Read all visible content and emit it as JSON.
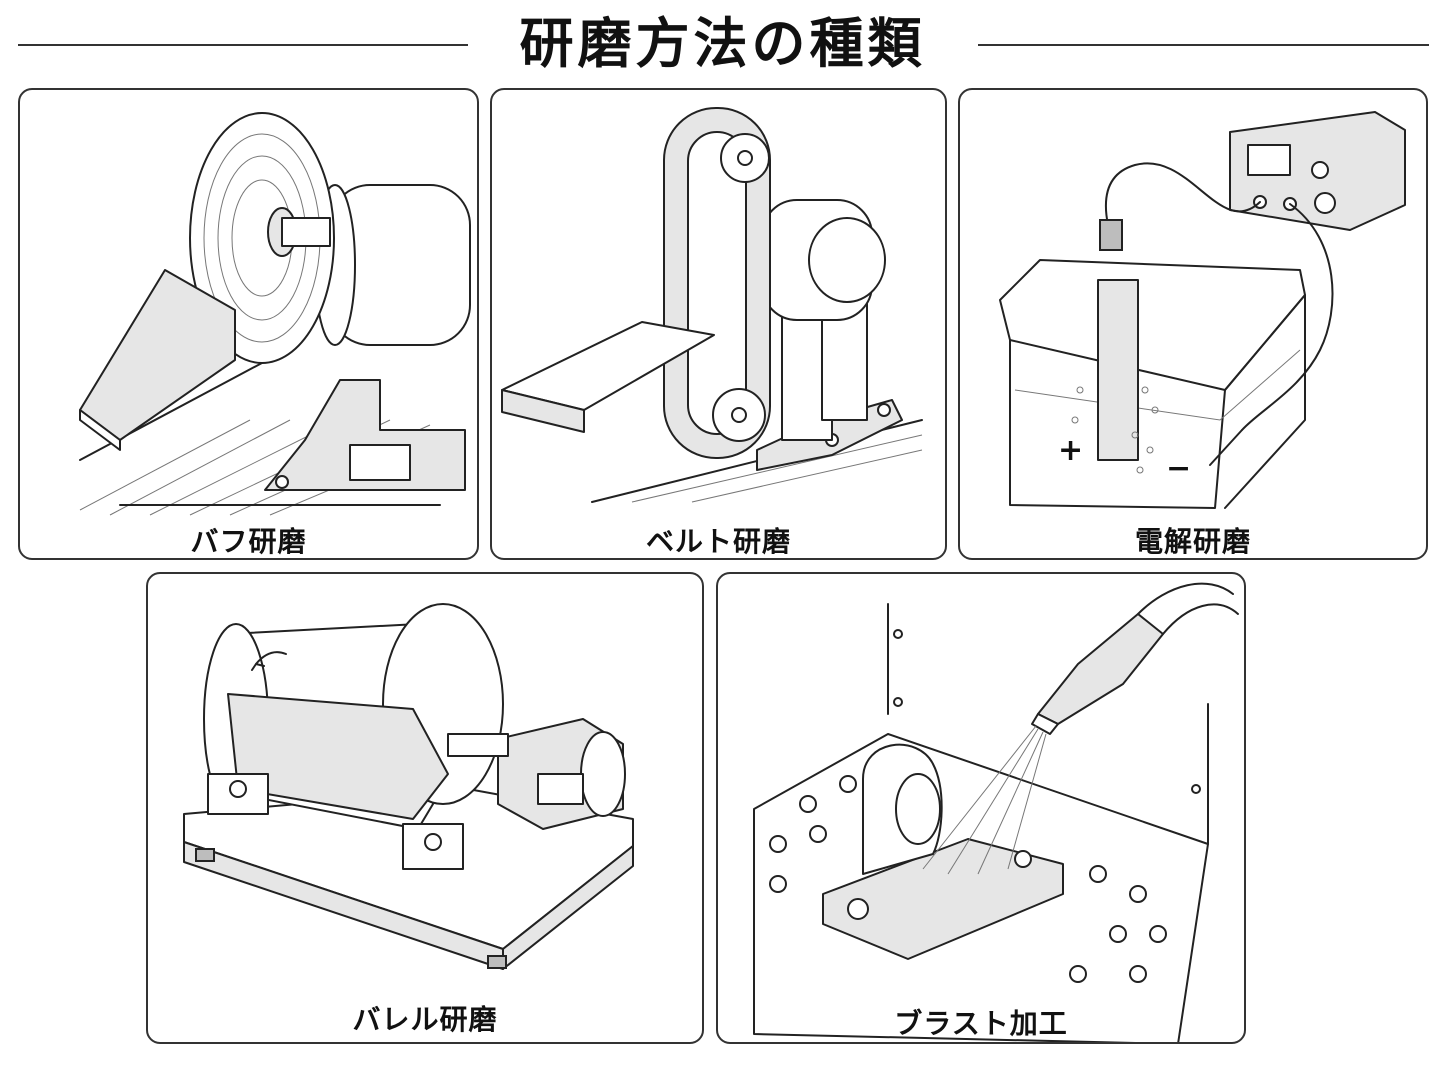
{
  "page": {
    "title": "研磨方法の種類"
  },
  "panels": [
    {
      "label": "バフ研磨"
    },
    {
      "label": "ベルト研磨"
    },
    {
      "label": "電解研磨",
      "plus": "+",
      "minus": "−"
    },
    {
      "label": "バレル研磨"
    },
    {
      "label": "ブラスト加工"
    }
  ]
}
